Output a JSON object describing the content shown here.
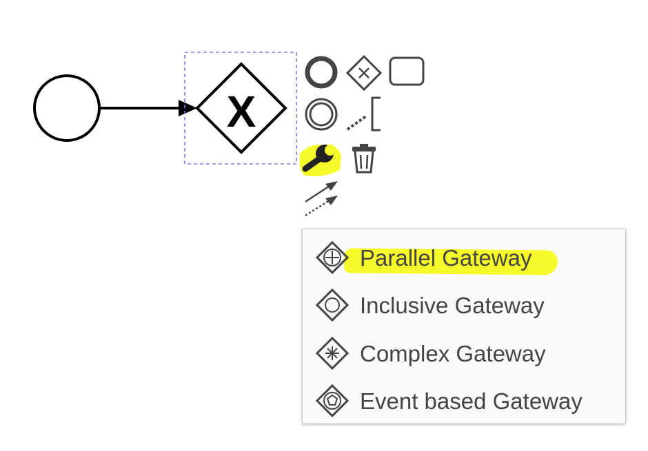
{
  "diagram": {
    "start_event": {
      "type": "start-event"
    },
    "gateway": {
      "type": "exclusive-gateway",
      "marker": "X",
      "selected": true
    },
    "sequence_flow": {
      "from": "start-event",
      "to": "exclusive-gateway"
    }
  },
  "context_pad": {
    "items": [
      {
        "name": "append-end-event",
        "icon": "end-event-icon"
      },
      {
        "name": "append-gateway",
        "icon": "gateway-icon"
      },
      {
        "name": "append-task",
        "icon": "task-icon"
      },
      {
        "name": "append-intermediate-event",
        "icon": "intermediate-event-icon"
      },
      {
        "name": "append-text-annotation",
        "icon": "text-annotation-icon"
      },
      {
        "name": "change-type",
        "icon": "wrench-icon",
        "highlighted": true
      },
      {
        "name": "delete",
        "icon": "trash-icon"
      },
      {
        "name": "connect",
        "icon": "connection-icon"
      }
    ]
  },
  "replace_menu": {
    "items": [
      {
        "label": "Parallel Gateway",
        "icon": "parallel-gateway-icon",
        "highlighted": true
      },
      {
        "label": "Inclusive Gateway",
        "icon": "inclusive-gateway-icon"
      },
      {
        "label": "Complex Gateway",
        "icon": "complex-gateway-icon"
      },
      {
        "label": "Event based Gateway",
        "icon": "event-based-gateway-icon"
      }
    ]
  },
  "colors": {
    "highlight": "#f6f92a",
    "selection": "#7b7bef",
    "icon": "#444444",
    "stroke": "#000000"
  }
}
